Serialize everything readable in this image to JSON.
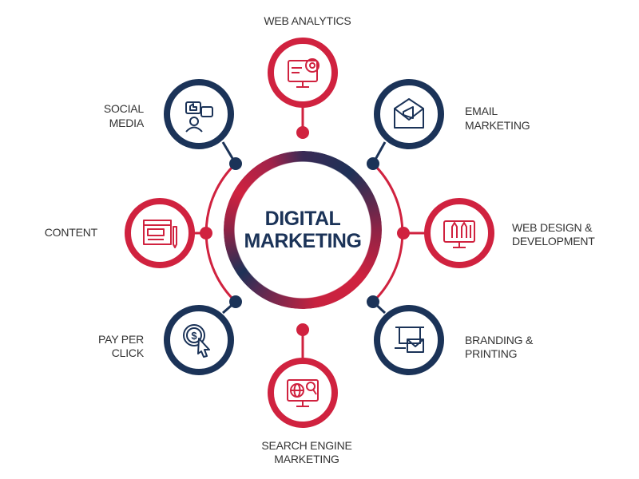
{
  "title": {
    "line1": "DIGITAL",
    "line2": "MARKETING"
  },
  "colors": {
    "red": "#d0223f",
    "navy": "#1b3358",
    "text": "#333333"
  },
  "nodes": [
    {
      "id": "web-analytics",
      "lines": [
        "WEB ANALYTICS"
      ],
      "color": "red",
      "icon": "monitor-gear-icon"
    },
    {
      "id": "email-marketing",
      "lines": [
        "EMAIL",
        "MARKETING"
      ],
      "color": "navy",
      "icon": "envelope-megaphone-icon"
    },
    {
      "id": "web-design",
      "lines": [
        "WEB DESIGN &",
        "DEVELOPMENT"
      ],
      "color": "red",
      "icon": "monitor-pencils-icon"
    },
    {
      "id": "branding",
      "lines": [
        "BRANDING &",
        "PRINTING"
      ],
      "color": "navy",
      "icon": "printing-envelope-icon"
    },
    {
      "id": "search-engine",
      "lines": [
        "SEARCH ENGINE",
        "MARKETING"
      ],
      "color": "red",
      "icon": "globe-magnifier-icon"
    },
    {
      "id": "pay-per-click",
      "lines": [
        "PAY PER",
        "CLICK"
      ],
      "color": "navy",
      "icon": "dollar-cursor-icon"
    },
    {
      "id": "content",
      "lines": [
        "CONTENT"
      ],
      "color": "red",
      "icon": "browser-pencil-icon"
    },
    {
      "id": "social-media",
      "lines": [
        "SOCIAL",
        "MEDIA"
      ],
      "color": "navy",
      "icon": "person-thumbs-icon"
    }
  ]
}
